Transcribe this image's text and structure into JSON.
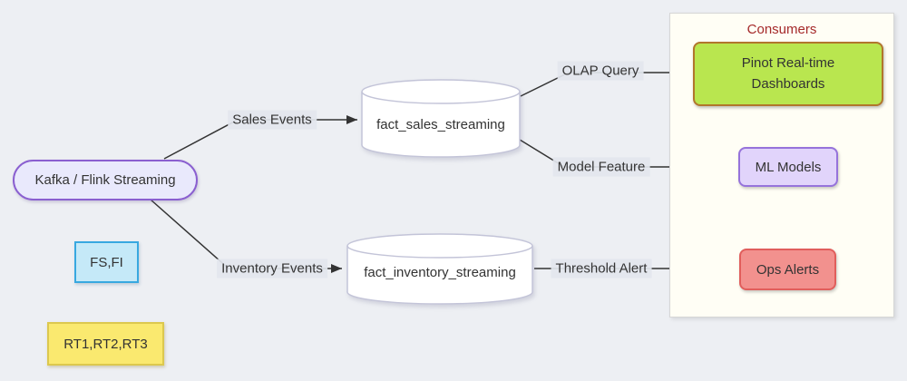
{
  "diagram": {
    "type": "flowchart",
    "background_color": "#edeff3",
    "nodes": {
      "kafka": {
        "label": "Kafka / Flink Streaming",
        "shape": "stadium",
        "fill": "#e9e9fc",
        "border": "#8a5fd0"
      },
      "fs_fi": {
        "label": "FS,FI",
        "shape": "rect",
        "fill": "#c5e9f8",
        "border": "#38a8e0"
      },
      "rt": {
        "label": "RT1,RT2,RT3",
        "shape": "rect",
        "fill": "#fae96f",
        "border": "#dcc84e"
      },
      "fact_sales": {
        "label": "fact_sales_streaming",
        "shape": "cylinder",
        "fill": "#ffffff",
        "border": "#c3c4d8"
      },
      "fact_inventory": {
        "label": "fact_inventory_streaming",
        "shape": "cylinder",
        "fill": "#ffffff",
        "border": "#c3c4d8"
      },
      "pinot": {
        "label": "Pinot Real-time Dashboards",
        "shape": "rect",
        "fill": "#b9e64f",
        "border": "#b1762c"
      },
      "ml_models": {
        "label": "ML Models",
        "shape": "rect",
        "fill": "#e1d4fb",
        "border": "#9673db"
      },
      "ops_alerts": {
        "label": "Ops Alerts",
        "shape": "rect",
        "fill": "#f2918e",
        "border": "#e15e5c"
      }
    },
    "container": {
      "title": "Consumers",
      "title_color": "#a52a2a",
      "fill": "#fffef5"
    },
    "edges": [
      {
        "from": "Kafka / Flink Streaming",
        "to": "fact_sales_streaming",
        "label": "Sales Events"
      },
      {
        "from": "Kafka / Flink Streaming",
        "to": "fact_inventory_streaming",
        "label": "Inventory Events"
      },
      {
        "from": "fact_sales_streaming",
        "to": "Pinot Real-time Dashboards",
        "label": "OLAP Query"
      },
      {
        "from": "fact_sales_streaming",
        "to": "ML Models",
        "label": "Model Feature"
      },
      {
        "from": "fact_inventory_streaming",
        "to": "Ops Alerts",
        "label": "Threshold Alert"
      }
    ],
    "edge_label_background": "#e3e6ee",
    "edge_color": "#333333"
  }
}
